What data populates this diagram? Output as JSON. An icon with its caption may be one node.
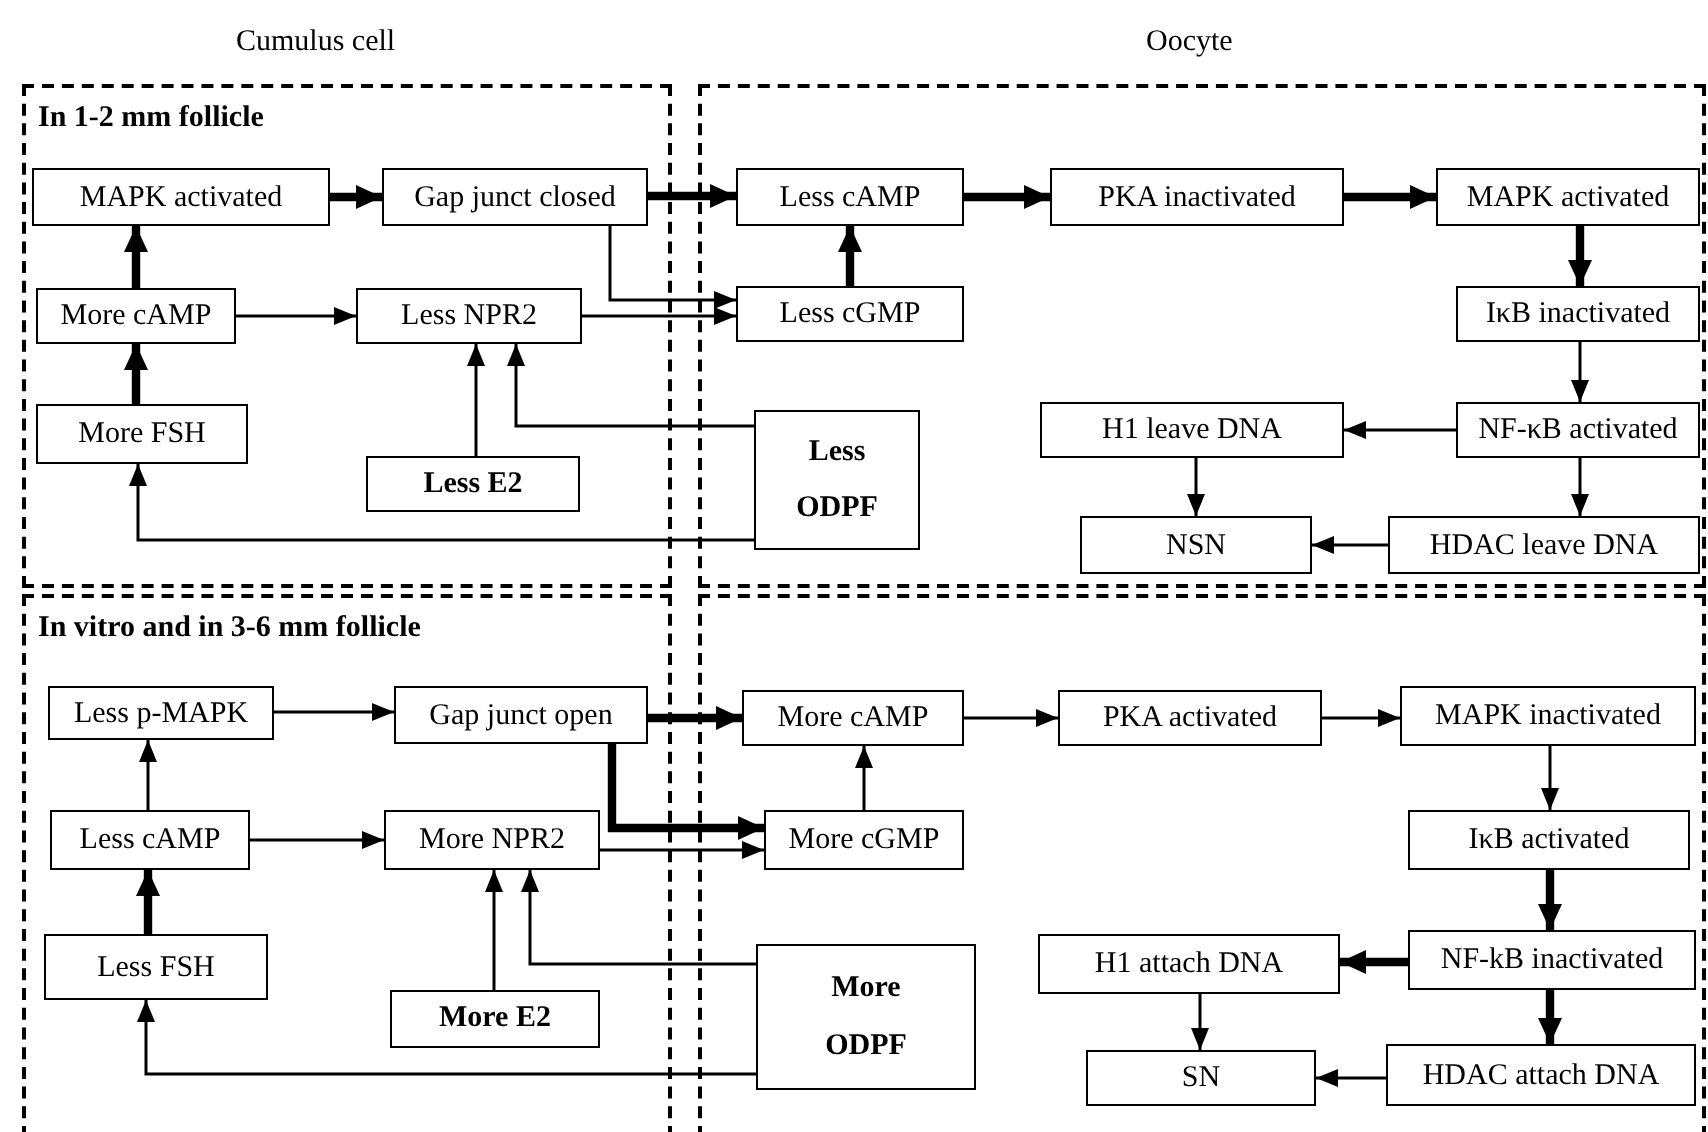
{
  "diagram": {
    "nodes": [
      {
        "text": [
          "In 1-2 mm follicle"
        ]
      },
      {
        "text": [
          "MAPK activated"
        ],
        "in": 0
      },
      {
        "text": [
          "Gap junct closed"
        ],
        "in": 0
      },
      {
        "text": [
          "More cAMP"
        ],
        "in": 0
      },
      {
        "text": [
          "Less NPR2"
        ],
        "in": 0
      },
      {
        "text": [
          "More FSH"
        ],
        "in": 0
      },
      {
        "text": [
          "Less E2"
        ],
        "in": 0
      },
      {
        "text": [],
        "shape": "box"
      },
      {
        "text": [
          "Less cAMP"
        ],
        "in": 7
      },
      {
        "text": [
          "PKA inactivated"
        ],
        "in": 7
      },
      {
        "text": [
          "MAPK activated"
        ],
        "in": 7
      },
      {
        "text": [
          "Less cGMP"
        ],
        "in": 7
      },
      {
        "text": [
          "IκB inactivated"
        ],
        "in": 7
      },
      {
        "text": [
          "Less ODPF"
        ],
        "in": 7
      },
      {
        "text": [
          "H1 leave DNA"
        ],
        "in": 7
      },
      {
        "text": [
          "NF-κB activated"
        ],
        "in": 7
      },
      {
        "text": [
          "NSN"
        ],
        "in": 7
      },
      {
        "text": [
          "HDAC leave DNA"
        ],
        "in": 7
      },
      {
        "text": [
          "In vitro and in 3-6 mm follicle"
        ]
      },
      {
        "text": [
          "Less p-MAPK"
        ],
        "in": 18
      },
      {
        "text": [
          "Gap junct open"
        ],
        "in": 18
      },
      {
        "text": [
          "Less cAMP"
        ],
        "in": 18
      },
      {
        "text": [
          "More NPR2"
        ],
        "in": 18
      },
      {
        "text": [
          "Less FSH"
        ],
        "in": 18
      },
      {
        "text": [
          "More E2"
        ],
        "in": 18
      },
      {
        "text": [],
        "shape": "box"
      },
      {
        "text": [
          "More cAMP"
        ],
        "in": 25
      },
      {
        "text": [
          "PKA activated"
        ],
        "in": 25
      },
      {
        "text": [
          "MAPK inactivated"
        ],
        "in": 25
      },
      {
        "text": [
          "More cGMP"
        ],
        "in": 25
      },
      {
        "text": [
          "IκB activated"
        ],
        "in": 25
      },
      {
        "text": [
          "More ODPF"
        ],
        "in": 25
      },
      {
        "text": [
          "H1 attach DNA"
        ],
        "in": 25
      },
      {
        "text": [
          "NF-kB inactivated"
        ],
        "in": 25
      },
      {
        "text": [
          "SN"
        ],
        "in": 25
      },
      {
        "text": [
          "HDAC attach DNA"
        ],
        "in": 25
      }
    ],
    "edges": [
      {
        "from": 1,
        "to": 2,
        "arrow": "to",
        "style": "thick"
      },
      {
        "from": 2,
        "to": 8,
        "arrow": "to",
        "style": "thick"
      },
      {
        "from": 2,
        "to": 11,
        "arrow": "to"
      },
      {
        "from": 3,
        "to": 1,
        "arrow": "to",
        "style": "thick"
      },
      {
        "from": 3,
        "to": 4,
        "arrow": "to"
      },
      {
        "from": 4,
        "to": 11,
        "arrow": "to"
      },
      {
        "from": 5,
        "to": 3,
        "arrow": "to",
        "style": "thick"
      },
      {
        "from": 6,
        "to": 4,
        "arrow": "to"
      },
      {
        "from": 13,
        "to": 4,
        "arrow": "to"
      },
      {
        "from": 13,
        "to": 5,
        "arrow": "to"
      },
      {
        "from": 11,
        "to": 8,
        "arrow": "to",
        "style": "thick"
      },
      {
        "from": 8,
        "to": 9,
        "arrow": "to",
        "style": "thick"
      },
      {
        "from": 9,
        "to": 10,
        "arrow": "to",
        "style": "thick"
      },
      {
        "from": 10,
        "to": 12,
        "arrow": "to",
        "style": "thick"
      },
      {
        "from": 12,
        "to": 15,
        "arrow": "to"
      },
      {
        "from": 15,
        "to": 14,
        "arrow": "to"
      },
      {
        "from": 15,
        "to": 17,
        "arrow": "to"
      },
      {
        "from": 14,
        "to": 16,
        "arrow": "to"
      },
      {
        "from": 17,
        "to": 16,
        "arrow": "to"
      },
      {
        "from": 19,
        "to": 20,
        "arrow": "to"
      },
      {
        "from": 20,
        "to": 26,
        "arrow": "to",
        "style": "thick"
      },
      {
        "from": 20,
        "to": 29,
        "arrow": "to",
        "style": "thick"
      },
      {
        "from": 21,
        "to": 19,
        "arrow": "to"
      },
      {
        "from": 21,
        "to": 22,
        "arrow": "to"
      },
      {
        "from": 22,
        "to": 29,
        "arrow": "to"
      },
      {
        "from": 23,
        "to": 21,
        "arrow": "to",
        "style": "thick"
      },
      {
        "from": 24,
        "to": 22,
        "arrow": "to"
      },
      {
        "from": 31,
        "to": 22,
        "arrow": "to"
      },
      {
        "from": 31,
        "to": 23,
        "arrow": "to"
      },
      {
        "from": 29,
        "to": 26,
        "arrow": "to"
      },
      {
        "from": 26,
        "to": 27,
        "arrow": "to"
      },
      {
        "from": 27,
        "to": 28,
        "arrow": "to"
      },
      {
        "from": 28,
        "to": 30,
        "arrow": "to"
      },
      {
        "from": 30,
        "to": 33,
        "arrow": "to",
        "style": "thick"
      },
      {
        "from": 33,
        "to": 32,
        "arrow": "to",
        "style": "thick"
      },
      {
        "from": 33,
        "to": 35,
        "arrow": "to",
        "style": "thick"
      },
      {
        "from": 32,
        "to": 34,
        "arrow": "to"
      },
      {
        "from": 35,
        "to": 34,
        "arrow": "to"
      }
    ],
    "labels": [
      "Cumulus cell",
      "Oocyte"
    ]
  }
}
